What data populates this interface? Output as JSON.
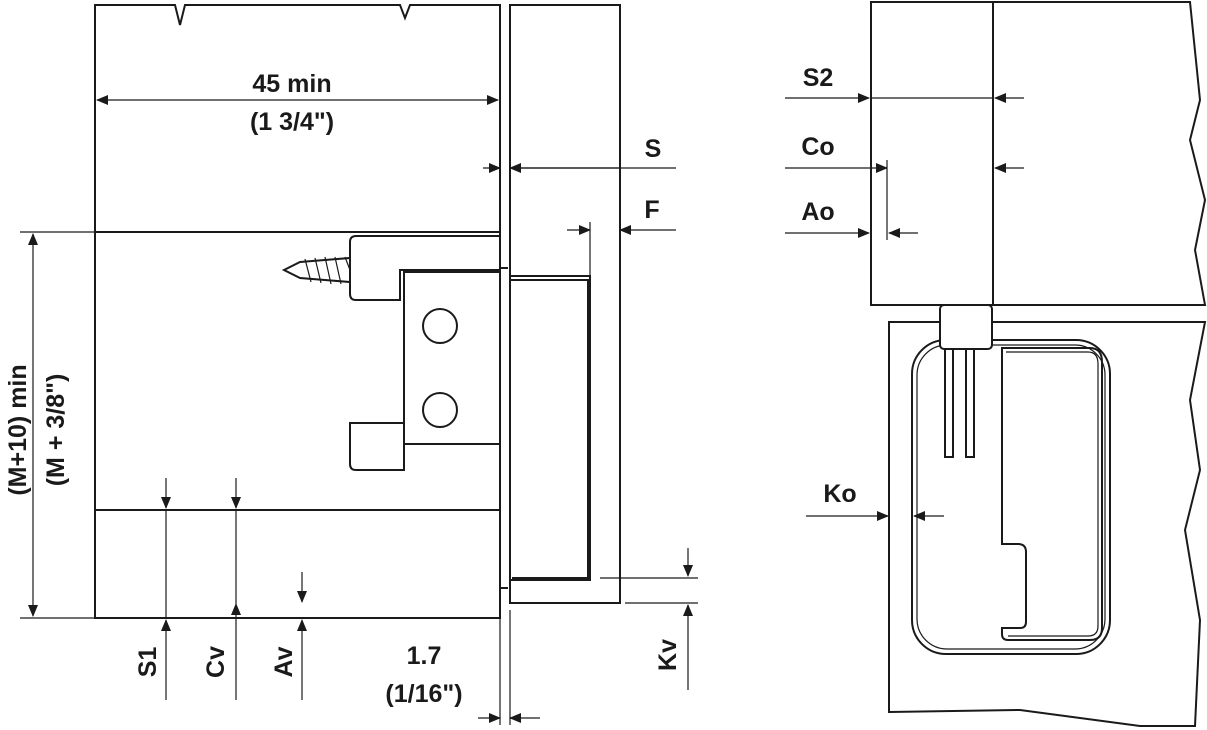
{
  "labels": {
    "dim_45": "45 min",
    "dim_45_inch": "(1 3/4\")",
    "S": "S",
    "F": "F",
    "M_min": "(M+10) min",
    "M_inch": "(M + 3/8\")",
    "S1": "S1",
    "Cv": "Cv",
    "Av": "Av",
    "dim_17": "1.7",
    "dim_17_inch": "(1/16\")",
    "Kv": "Kv",
    "S2": "S2",
    "Co": "Co",
    "Ao": "Ao",
    "Ko": "Ko"
  },
  "colors": {
    "line": "#1a1a1a",
    "background": "#ffffff"
  }
}
